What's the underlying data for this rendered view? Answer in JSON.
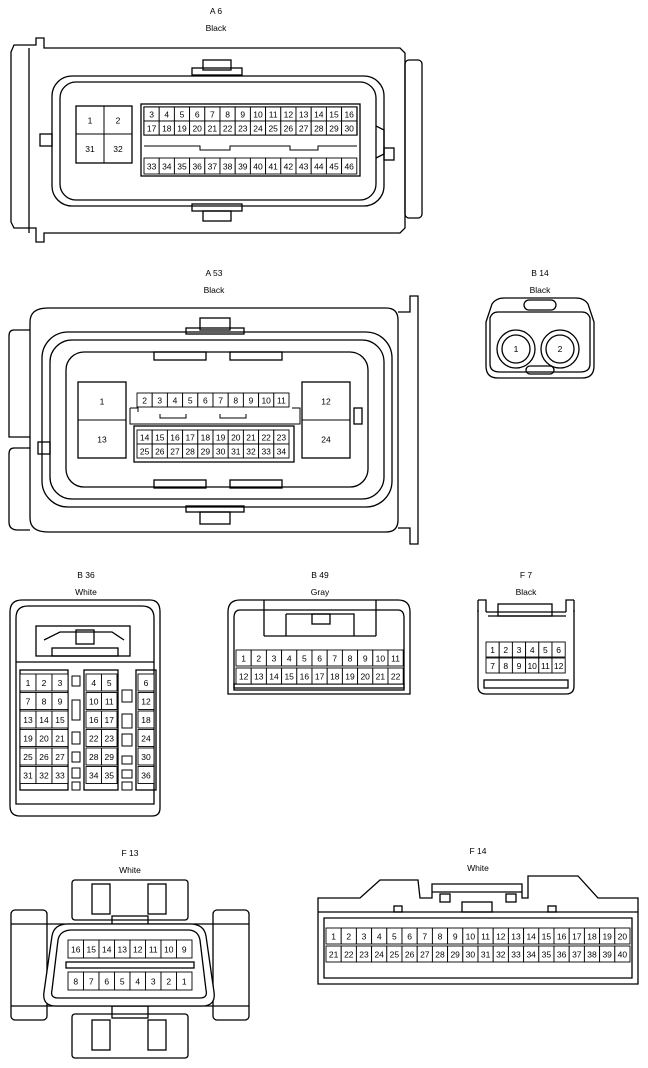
{
  "connectors": [
    {
      "id": "A 6",
      "color": "Black",
      "pins_left": [
        "1",
        "2",
        "31",
        "32"
      ],
      "pins_row1": [
        "3",
        "4",
        "5",
        "6",
        "7",
        "8",
        "9",
        "10",
        "11",
        "12",
        "13",
        "14",
        "15",
        "16"
      ],
      "pins_row2": [
        "17",
        "18",
        "19",
        "20",
        "21",
        "22",
        "23",
        "24",
        "25",
        "26",
        "27",
        "28",
        "29",
        "30"
      ],
      "pins_row3": [
        "33",
        "34",
        "35",
        "36",
        "37",
        "38",
        "39",
        "40",
        "41",
        "42",
        "43",
        "44",
        "45",
        "46"
      ]
    },
    {
      "id": "A 53",
      "color": "Black",
      "pins_left": [
        "1",
        "13"
      ],
      "pins_right": [
        "12",
        "24"
      ],
      "pins_row1": [
        "2",
        "3",
        "4",
        "5",
        "6",
        "7",
        "8",
        "9",
        "10",
        "11"
      ],
      "pins_row2": [
        "14",
        "15",
        "16",
        "17",
        "18",
        "19",
        "20",
        "21",
        "22",
        "23"
      ],
      "pins_row3": [
        "25",
        "26",
        "27",
        "28",
        "29",
        "30",
        "31",
        "32",
        "33",
        "34"
      ]
    },
    {
      "id": "B 14",
      "color": "Black",
      "pins": [
        "1",
        "2"
      ]
    },
    {
      "id": "B 36",
      "color": "White",
      "pins_left": [
        [
          "1",
          "2",
          "3"
        ],
        [
          "7",
          "8",
          "9"
        ],
        [
          "13",
          "14",
          "15"
        ],
        [
          "19",
          "20",
          "21"
        ],
        [
          "25",
          "26",
          "27"
        ],
        [
          "31",
          "32",
          "33"
        ]
      ],
      "pins_mid": [
        [
          "4",
          "5"
        ],
        [
          "10",
          "11"
        ],
        [
          "16",
          "17"
        ],
        [
          "22",
          "23"
        ],
        [
          "28",
          "29"
        ],
        [
          "34",
          "35"
        ]
      ],
      "pins_right": [
        "6",
        "12",
        "18",
        "24",
        "30",
        "36"
      ]
    },
    {
      "id": "B 49",
      "color": "Gray",
      "pins_row1": [
        "1",
        "2",
        "3",
        "4",
        "5",
        "6",
        "7",
        "8",
        "9",
        "10",
        "11"
      ],
      "pins_row2": [
        "12",
        "13",
        "14",
        "15",
        "16",
        "17",
        "18",
        "19",
        "20",
        "21",
        "22"
      ]
    },
    {
      "id": "F 7",
      "color": "Black",
      "pins_row1": [
        "1",
        "2",
        "3",
        "4",
        "5",
        "6"
      ],
      "pins_row2": [
        "7",
        "8",
        "9",
        "10",
        "11",
        "12"
      ]
    },
    {
      "id": "F 13",
      "color": "White",
      "pins_row1": [
        "16",
        "15",
        "14",
        "13",
        "12",
        "11",
        "10",
        "9"
      ],
      "pins_row2": [
        "8",
        "7",
        "6",
        "5",
        "4",
        "3",
        "2",
        "1"
      ]
    },
    {
      "id": "F 14",
      "color": "White",
      "pins_row1": [
        "1",
        "2",
        "3",
        "4",
        "5",
        "6",
        "7",
        "8",
        "9",
        "10",
        "11",
        "12",
        "13",
        "14",
        "15",
        "16",
        "17",
        "18",
        "19",
        "20"
      ],
      "pins_row2": [
        "21",
        "22",
        "23",
        "24",
        "25",
        "26",
        "27",
        "28",
        "29",
        "30",
        "31",
        "32",
        "33",
        "34",
        "35",
        "36",
        "37",
        "38",
        "39",
        "40"
      ]
    }
  ]
}
